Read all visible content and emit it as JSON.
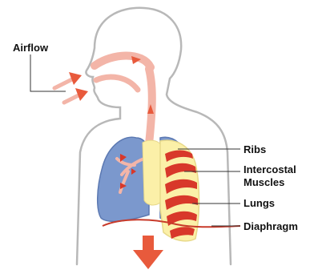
{
  "labels": {
    "airflow": "Airflow",
    "ribs": "Ribs",
    "intercostal_line1": "Intercostal",
    "intercostal_line2": "Muscles",
    "lungs": "Lungs",
    "diaphragm": "Diaphragm"
  },
  "colors": {
    "body_outline": "#b8b8b8",
    "airway": "#f3b5a8",
    "arrow": "#e85a3c",
    "lung": "#7b98cd",
    "lung_edge": "#5c79b2",
    "cartilage": "#fbf0a8",
    "muscle_red": "#d8382a",
    "diaphragm_line": "#c83a2a",
    "leader_line": "#333333"
  }
}
